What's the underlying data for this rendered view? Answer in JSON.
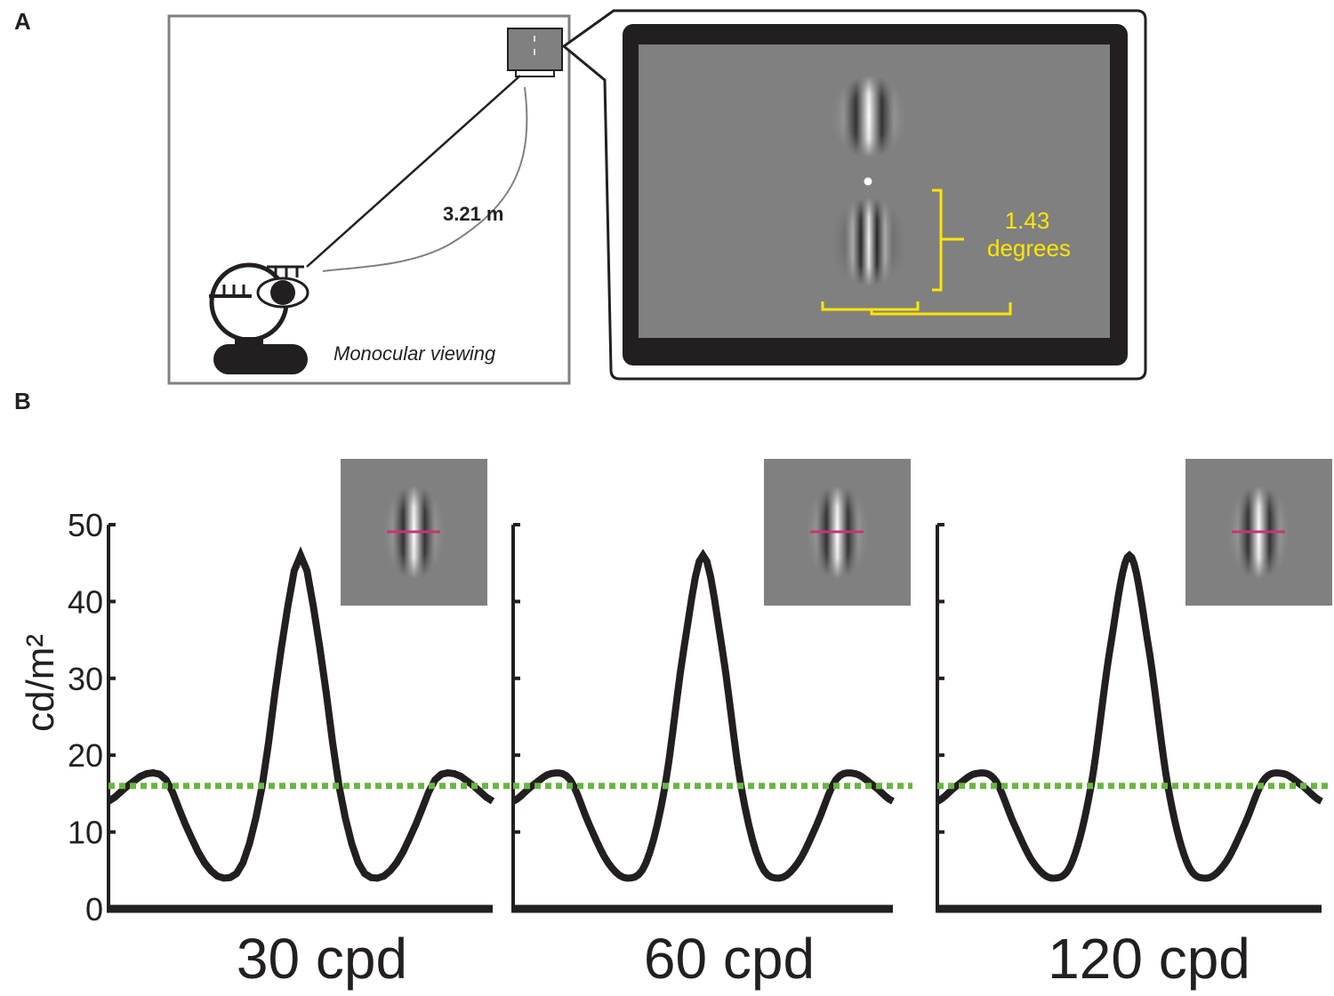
{
  "panel_a": {
    "label": "A",
    "distance_label": "3.21 m",
    "viewing_label": "Monocular viewing",
    "angle_value": "1.43",
    "angle_unit": "degrees"
  },
  "panel_b": {
    "label": "B",
    "ylabel": "cd/m²"
  },
  "colors": {
    "curve": "#231f20",
    "threshold": "#6ab543",
    "annotation": "#ffe600",
    "gray": "#808080",
    "profile_line": "#c8337c"
  },
  "chart_data": [
    {
      "type": "line",
      "title": "30 cpd",
      "xlabel": "",
      "ylabel": "cd/m²",
      "ylim": [
        0,
        50
      ],
      "yticks": [
        "0",
        "10",
        "20",
        "30",
        "40",
        "50"
      ],
      "grid": false,
      "threshold": 16,
      "series": [
        {
          "x": [
            0,
            0.05,
            0.1,
            0.15,
            0.2,
            0.25,
            0.3,
            0.35,
            0.4,
            0.45,
            0.5,
            0.55,
            0.6,
            0.65,
            0.7,
            0.75,
            0.8,
            0.85,
            0.9,
            0.95,
            1
          ],
          "values": [
            14,
            16,
            17.6,
            16.8,
            11,
            6,
            4,
            6,
            16,
            34,
            46,
            34,
            16,
            6,
            4,
            6,
            11,
            16.8,
            17.6,
            16,
            14
          ]
        }
      ]
    },
    {
      "type": "line",
      "title": "60 cpd",
      "xlabel": "",
      "ylabel": "",
      "ylim": [
        0,
        50
      ],
      "grid": false,
      "threshold": 16,
      "series": [
        {
          "x": [
            0,
            0.05,
            0.1,
            0.15,
            0.2,
            0.25,
            0.3,
            0.35,
            0.4,
            0.45,
            0.5,
            0.55,
            0.6,
            0.65,
            0.7,
            0.75,
            0.8,
            0.85,
            0.9,
            0.95,
            1
          ],
          "values": [
            14,
            16,
            17.6,
            16.8,
            11,
            6,
            4,
            6,
            16,
            34,
            46,
            34,
            16,
            6,
            4,
            6,
            11,
            16.8,
            17.6,
            16,
            14
          ]
        }
      ]
    },
    {
      "type": "line",
      "title": "120 cpd",
      "xlabel": "",
      "ylabel": "",
      "ylim": [
        0,
        50
      ],
      "grid": false,
      "threshold": 16,
      "series": [
        {
          "x": [
            0,
            0.05,
            0.1,
            0.15,
            0.2,
            0.25,
            0.3,
            0.35,
            0.4,
            0.45,
            0.5,
            0.55,
            0.6,
            0.65,
            0.7,
            0.75,
            0.8,
            0.85,
            0.9,
            0.95,
            1
          ],
          "values": [
            14,
            16,
            17.6,
            16.8,
            11,
            6,
            4,
            6,
            16,
            34,
            46,
            34,
            16,
            6,
            4,
            6,
            11,
            16.8,
            17.6,
            16,
            14
          ]
        }
      ]
    }
  ]
}
